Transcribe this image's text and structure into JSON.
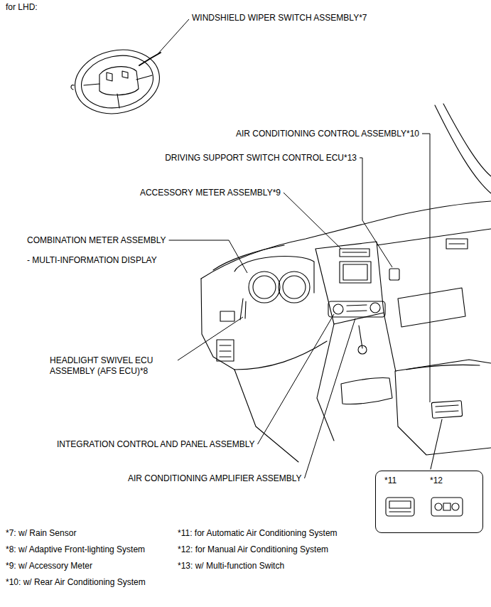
{
  "diagram": {
    "title": "for LHD:",
    "nodes": [
      {
        "text": [
          "*11",
          "*12"
        ]
      }
    ],
    "labels": [
      "WINDSHIELD WIPER SWITCH ASSEMBLY*7",
      "AIR CONDITIONING CONTROL ASSEMBLY*10",
      "DRIVING SUPPORT SWITCH CONTROL ECU*13",
      "ACCESSORY METER ASSEMBLY*9",
      "COMBINATION METER ASSEMBLY",
      "- MULTI-INFORMATION DISPLAY",
      "HEADLIGHT SWIVEL ECU ASSEMBLY (AFS ECU)*8",
      "INTEGRATION CONTROL AND PANEL ASSEMBLY",
      "AIR CONDITIONING AMPLIFIER ASSEMBLY",
      "*7: w/ Rain Sensor",
      "*8: w/ Adaptive Front-lighting System",
      "*9: w/ Accessory Meter",
      "*10: w/ Rear Air Conditioning System",
      "*11: for Automatic Air Conditioning System",
      "*12: for Manual Air Conditioning System",
      "*13: w/ Multi-function Switch"
    ]
  }
}
